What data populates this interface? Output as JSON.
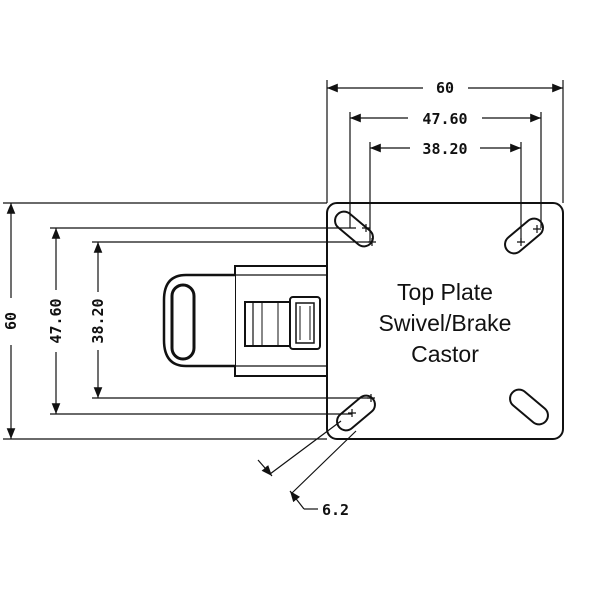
{
  "drawing": {
    "title_lines": [
      "Top Plate",
      "Swivel/Brake",
      "Castor"
    ],
    "dimensions": {
      "top_overall": "60",
      "top_hole_span": "47.60",
      "top_hole_span_inner": "38.20",
      "left_overall": "60",
      "left_hole_span": "47.60",
      "left_hole_span_inner": "38.20",
      "slot_width": "6.2"
    }
  }
}
